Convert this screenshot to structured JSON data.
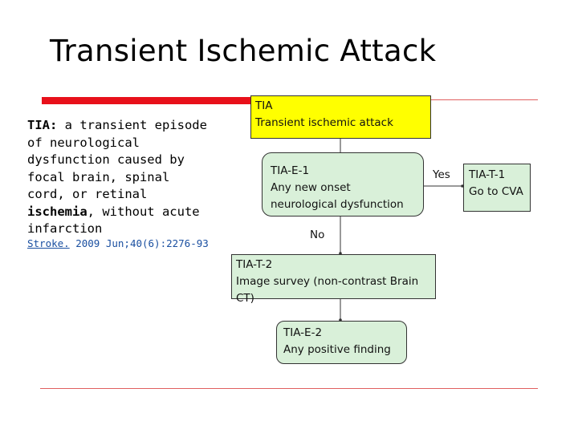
{
  "title": "Transient Ischemic Attack",
  "definition": {
    "term": "TIA:",
    "text_a": "a transient episode of neurological dysfunction caused by focal brain, spinal cord, or retinal",
    "keyword": "ischemia",
    "text_b": ", without acute infarction"
  },
  "reference": {
    "journal": "Stroke.",
    "citation": " 2009 Jun;40(6):2276-93"
  },
  "nodes": {
    "tia": {
      "line1": "TIA",
      "line2": "Transient ischemic attack"
    },
    "e1": {
      "line1": "TIA-E-1",
      "line2": "Any new onset",
      "line3": "neurological dysfunction"
    },
    "t1": {
      "line1": "TIA-T-1",
      "line2": "Go to CVA"
    },
    "t2": {
      "line1": "TIA-T-2",
      "line2": "Image survey (non-contrast Brain CT)"
    },
    "e2": {
      "line1": "TIA-E-2",
      "line2": "Any positive finding"
    }
  },
  "edges": {
    "yes": "Yes",
    "no": "No"
  },
  "colors": {
    "accent": "#e8101a",
    "start_node": "#ffff00",
    "step_node": "#d9f0d9",
    "reference": "#1a4fa0"
  }
}
